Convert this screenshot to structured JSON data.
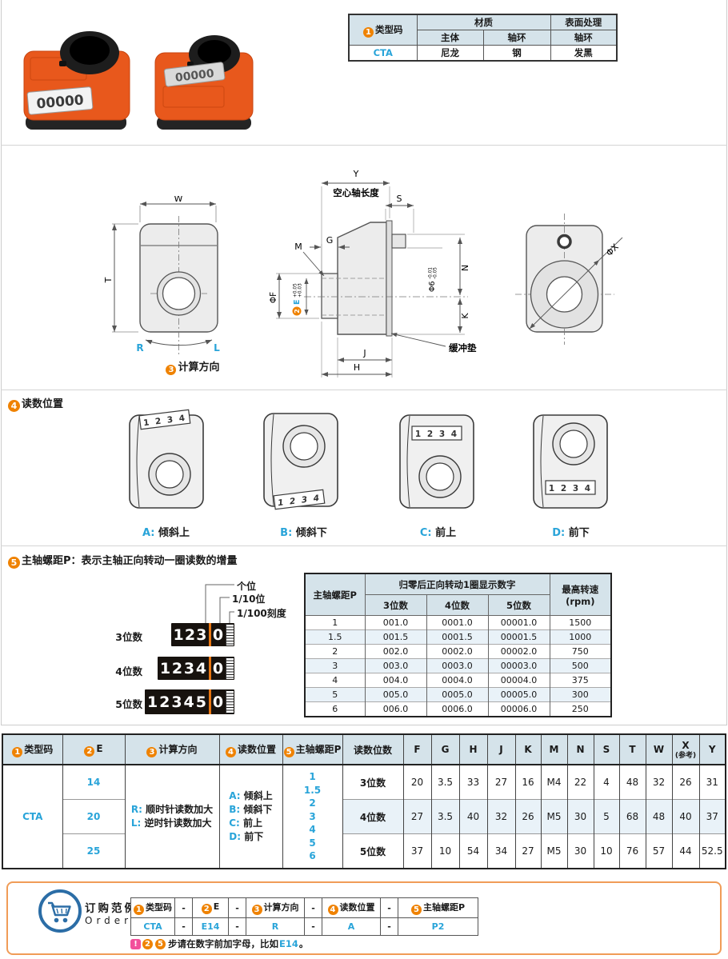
{
  "colors": {
    "accent_orange": "#ef8200",
    "accent_blue": "#29a4d9",
    "header_bg": "#d5e3ea",
    "alt_row_bg": "#e9f2f8",
    "device_orange": "#e8581c",
    "order_border": "#f09c57",
    "cart_blue": "#2b6da6",
    "note_pink": "#f2509b"
  },
  "photos": {
    "display": "00000"
  },
  "material_table": {
    "col_type_num": "1",
    "col_type": "类型码",
    "col_material": "材质",
    "col_surface": "表面处理",
    "sub_body": "主体",
    "sub_ring": "轴环",
    "sub_ring2": "轴环",
    "row": {
      "code": "CTA",
      "body": "尼龙",
      "ring": "钢",
      "surface": "发黑"
    }
  },
  "drawings": {
    "front": {
      "w": "W",
      "t": "T",
      "r": "R",
      "l": "L",
      "caption_num": "3",
      "caption": "计算方向"
    },
    "side": {
      "y": "Y",
      "hollow": "空心轴长度",
      "s": "S",
      "g": "G",
      "m": "M",
      "phi_f": "ΦF",
      "e_num": "2",
      "e": "E",
      "e_tol_1": "+0.05",
      "e_tol_2": "+0.03",
      "phi6": "Φ6",
      "phi6_tol_1": "-0.01",
      "phi6_tol_2": "-0.05",
      "n": "N",
      "k": "K",
      "j": "J",
      "h": "H",
      "cushion": "缓冲垫"
    },
    "rear": {
      "phi_x": "ΦX"
    }
  },
  "reading_section": {
    "num": "4",
    "title": "读数位置",
    "strip": "1 2 3 4",
    "items": [
      {
        "key": "A:",
        "label": "倾斜上"
      },
      {
        "key": "B:",
        "label": "倾斜下"
      },
      {
        "key": "C:",
        "label": "前上"
      },
      {
        "key": "D:",
        "label": "前下"
      }
    ]
  },
  "pitch_section": {
    "num": "5",
    "title": "主轴螺距P：表示主轴正向转动一圈读数的增量",
    "place_labels": [
      "个位",
      "1/10位",
      "1/100刻度"
    ],
    "displays": [
      {
        "label": "3位数",
        "digits_1": "1",
        "digits_2": "2",
        "digits_3": "3",
        "digits_4": "",
        "digits_5": "",
        "last": "0"
      },
      {
        "label": "4位数",
        "digits_1": "1",
        "digits_2": "2",
        "digits_3": "3",
        "digits_4": "4",
        "digits_5": "",
        "last": "0"
      },
      {
        "label": "5位数",
        "digits_1": "1",
        "digits_2": "2",
        "digits_3": "3",
        "digits_4": "4",
        "digits_5": "5",
        "last": "0"
      }
    ]
  },
  "pitch_table": {
    "col_pitch": "主轴螺距P",
    "col_group": "归零后正向转动1圈显示数字",
    "col_d3": "3位数",
    "col_d4": "4位数",
    "col_d5": "5位数",
    "col_speed": "最高转速",
    "col_speed_sub": "(rpm)",
    "rows": [
      [
        "1",
        "001.0",
        "0001.0",
        "00001.0",
        "1500"
      ],
      [
        "1.5",
        "001.5",
        "0001.5",
        "00001.5",
        "1000"
      ],
      [
        "2",
        "002.0",
        "0002.0",
        "00002.0",
        "750"
      ],
      [
        "3",
        "003.0",
        "0003.0",
        "00003.0",
        "500"
      ],
      [
        "4",
        "004.0",
        "0004.0",
        "00004.0",
        "375"
      ],
      [
        "5",
        "005.0",
        "0005.0",
        "00005.0",
        "300"
      ],
      [
        "6",
        "006.0",
        "0006.0",
        "00006.0",
        "250"
      ]
    ]
  },
  "main_table": {
    "col_type_num": "1",
    "col_type": "类型码",
    "col_e_num": "2",
    "col_e": "E",
    "col_dir_num": "3",
    "col_dir": "计算方向",
    "col_pos_num": "4",
    "col_pos": "读数位置",
    "col_pitch_num": "5",
    "col_pitch": "主轴螺距P",
    "col_digits": "读数位数",
    "dim_headers": [
      "F",
      "G",
      "H",
      "J",
      "K",
      "M",
      "N",
      "S",
      "T",
      "W"
    ],
    "col_x": "X",
    "col_x_sub": "(参考)",
    "col_y": "Y",
    "type_code": "CTA",
    "e_values": [
      "14",
      "20",
      "25"
    ],
    "directions": [
      {
        "key": "R:",
        "text": "顺时针读数加大"
      },
      {
        "key": "L:",
        "text": "逆时针读数加大"
      }
    ],
    "positions": [
      {
        "key": "A:",
        "text": "倾斜上"
      },
      {
        "key": "B:",
        "text": "倾斜下"
      },
      {
        "key": "C:",
        "text": "前上"
      },
      {
        "key": "D:",
        "text": "前下"
      }
    ],
    "pitch_values": [
      "1",
      "1.5",
      "2",
      "3",
      "4",
      "5",
      "6"
    ],
    "rows": [
      {
        "digits": "3位数",
        "dims": [
          "20",
          "3.5",
          "33",
          "27",
          "16",
          "M4",
          "22",
          "4",
          "48",
          "32",
          "26",
          "31"
        ]
      },
      {
        "digits": "4位数",
        "dims": [
          "27",
          "3.5",
          "40",
          "32",
          "26",
          "M5",
          "30",
          "5",
          "68",
          "48",
          "40",
          "37"
        ]
      },
      {
        "digits": "5位数",
        "dims": [
          "37",
          "10",
          "54",
          "34",
          "27",
          "M5",
          "30",
          "10",
          "76",
          "57",
          "44",
          "52.5"
        ]
      }
    ]
  },
  "order": {
    "title_cn": "订购范例",
    "title_en": "Order",
    "dash": "-",
    "headers": [
      {
        "num": "1",
        "label": "类型码"
      },
      {
        "num": "2",
        "label": "E"
      },
      {
        "num": "3",
        "label": "计算方向"
      },
      {
        "num": "4",
        "label": "读数位置"
      },
      {
        "num": "5",
        "label": "主轴螺距P"
      }
    ],
    "values": [
      "CTA",
      "E14",
      "R",
      "A",
      "P2"
    ],
    "note": {
      "bang": "!",
      "num_a": "2",
      "num_b": "5",
      "text": "步请在数字前加字母，比如",
      "example": "E14",
      "period": "。"
    }
  }
}
